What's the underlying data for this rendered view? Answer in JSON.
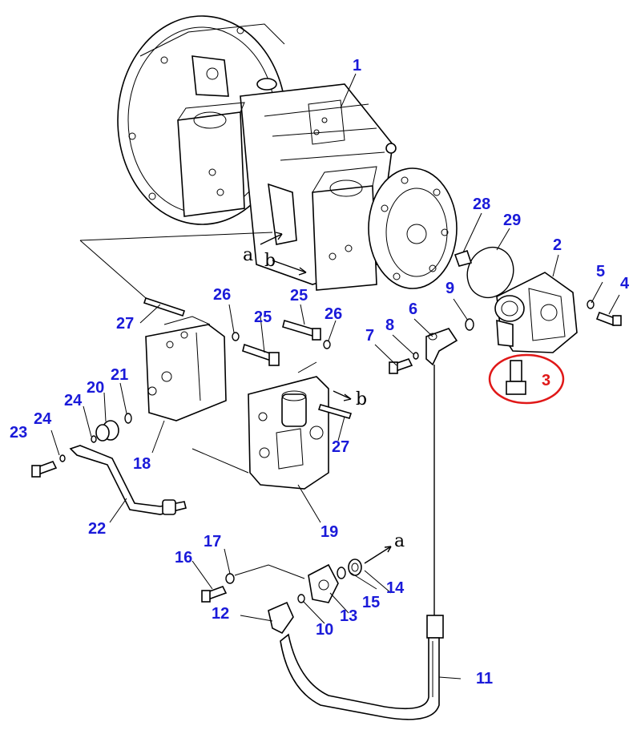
{
  "diagram": {
    "callouts": [
      {
        "id": "1",
        "label": "1"
      },
      {
        "id": "2",
        "label": "2"
      },
      {
        "id": "3",
        "label": "3",
        "highlight": true
      },
      {
        "id": "4",
        "label": "4"
      },
      {
        "id": "5",
        "label": "5"
      },
      {
        "id": "6",
        "label": "6"
      },
      {
        "id": "7",
        "label": "7"
      },
      {
        "id": "8",
        "label": "8"
      },
      {
        "id": "9",
        "label": "9"
      },
      {
        "id": "10",
        "label": "10"
      },
      {
        "id": "11",
        "label": "11"
      },
      {
        "id": "12",
        "label": "12"
      },
      {
        "id": "13",
        "label": "13"
      },
      {
        "id": "14",
        "label": "14"
      },
      {
        "id": "15",
        "label": "15"
      },
      {
        "id": "16",
        "label": "16"
      },
      {
        "id": "17",
        "label": "17"
      },
      {
        "id": "18",
        "label": "18"
      },
      {
        "id": "19",
        "label": "19"
      },
      {
        "id": "20",
        "label": "20"
      },
      {
        "id": "21",
        "label": "21"
      },
      {
        "id": "22",
        "label": "22"
      },
      {
        "id": "23",
        "label": "23"
      },
      {
        "id": "24a",
        "label": "24"
      },
      {
        "id": "24b",
        "label": "24"
      },
      {
        "id": "25a",
        "label": "25"
      },
      {
        "id": "25b",
        "label": "25"
      },
      {
        "id": "26a",
        "label": "26"
      },
      {
        "id": "26b",
        "label": "26"
      },
      {
        "id": "27a",
        "label": "27"
      },
      {
        "id": "27b",
        "label": "27"
      },
      {
        "id": "28",
        "label": "28"
      },
      {
        "id": "29",
        "label": "29"
      }
    ],
    "references": [
      {
        "id": "a-pump",
        "label": "a"
      },
      {
        "id": "b-pump",
        "label": "b"
      },
      {
        "id": "b-valve",
        "label": "b"
      },
      {
        "id": "a-hose",
        "label": "a"
      }
    ],
    "colors": {
      "callout": "#1a1ad9",
      "highlight": "#e01818",
      "line": "#000000"
    }
  }
}
